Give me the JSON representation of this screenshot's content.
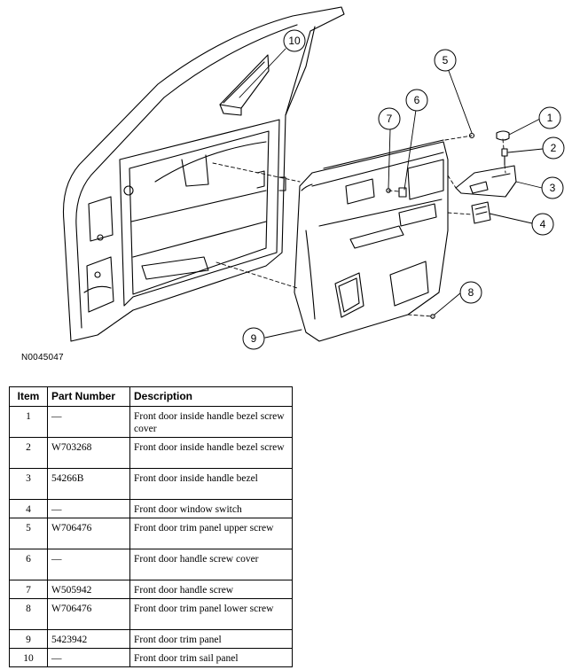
{
  "figure": {
    "id": "N0045047",
    "callouts": [
      "10",
      "5",
      "6",
      "7",
      "1",
      "2",
      "3",
      "4",
      "8",
      "9"
    ]
  },
  "table": {
    "headers": {
      "item": "Item",
      "part_number": "Part Number",
      "description": "Description"
    },
    "rows": [
      {
        "item": "1",
        "part_number": "—",
        "description": "Front door inside handle bezel screw cover"
      },
      {
        "item": "2",
        "part_number": "W703268",
        "description": "Front door inside handle bezel screw"
      },
      {
        "item": "3",
        "part_number": "54266B",
        "description": "Front door inside handle bezel"
      },
      {
        "item": "4",
        "part_number": "—",
        "description": "Front door window switch"
      },
      {
        "item": "5",
        "part_number": "W706476",
        "description": "Front door trim panel upper screw"
      },
      {
        "item": "6",
        "part_number": "—",
        "description": "Front door handle screw cover"
      },
      {
        "item": "7",
        "part_number": "W505942",
        "description": "Front door handle screw"
      },
      {
        "item": "8",
        "part_number": "W706476",
        "description": "Front door trim panel lower screw"
      },
      {
        "item": "9",
        "part_number": "5423942",
        "description": "Front door trim panel"
      },
      {
        "item": "10",
        "part_number": "—",
        "description": "Front door trim sail panel"
      }
    ]
  }
}
